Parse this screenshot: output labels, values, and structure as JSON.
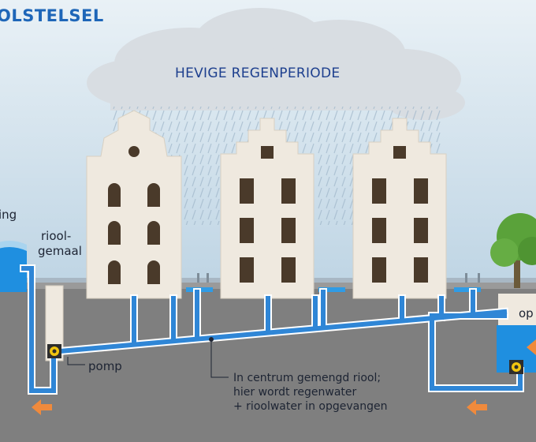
{
  "title": "OLSTELSEL",
  "rain_label": "HEVIGE REGENPERIODE",
  "left_facility_label": "ing",
  "pumping_station_label_line1": "riool-",
  "pumping_station_label_line2": "gemaal",
  "pump_label": "pomp",
  "explanation_lines": [
    "In centrum gemengd riool;",
    "hier wordt regenwater",
    "+ rioolwater in opgevangen"
  ],
  "right_basin_label": "op",
  "colors": {
    "sky": "#cfe1ec",
    "cloud": "#d7dbe0",
    "building": "#efe9df",
    "ground": "#7f7f7f",
    "pipe": "#2f86d6",
    "pipe_outline": "#ffffff",
    "water": "#1f8fe0",
    "arrow": "#f08a3c",
    "tree": "#5aa23a"
  },
  "icons": [
    "rain-cloud",
    "building",
    "pump",
    "arrow-left",
    "tree"
  ]
}
